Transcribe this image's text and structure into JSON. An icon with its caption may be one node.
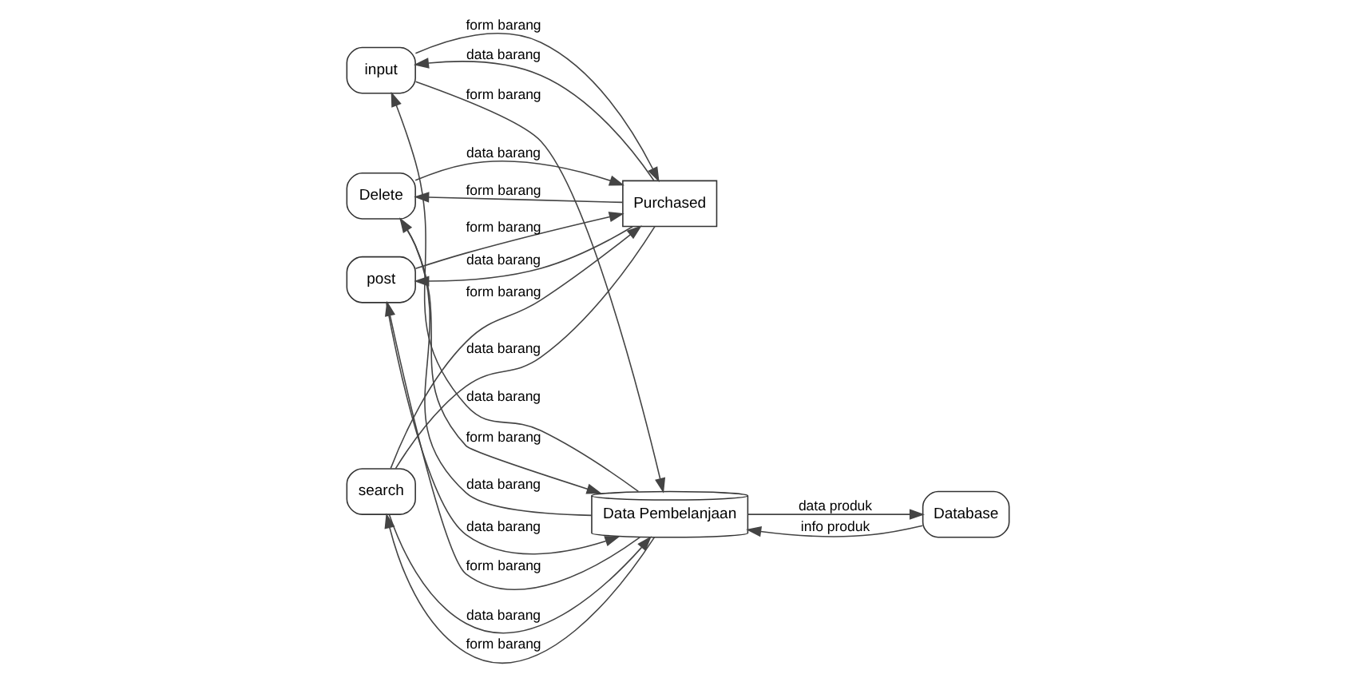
{
  "diagram": {
    "nodes": [
      {
        "text": [
          "input"
        ]
      },
      {
        "text": [
          "search"
        ]
      },
      {
        "text": [
          "Purchased"
        ]
      },
      {
        "text": [
          "Data Pembelanjaan"
        ]
      },
      {
        "text": [
          "Database"
        ]
      },
      {
        "text": [
          "post"
        ]
      },
      {
        "text": [
          "Delete"
        ]
      }
    ],
    "edges": [
      {
        "from": 2,
        "to": 0,
        "arrow": "to",
        "label": "data barang"
      },
      {
        "from": 0,
        "to": 2,
        "arrow": "to",
        "label": "form barang"
      },
      {
        "from": 0,
        "to": 3,
        "arrow": "to",
        "label": "form barang"
      },
      {
        "from": 3,
        "to": 0,
        "arrow": "to",
        "label": "data barang"
      },
      {
        "from": 2,
        "to": 1,
        "arrow": "none",
        "label": "data barang"
      },
      {
        "from": 1,
        "to": 2,
        "arrow": "to",
        "label": "form barang"
      },
      {
        "from": 1,
        "to": 3,
        "arrow": "to",
        "label": "data barang"
      },
      {
        "from": 3,
        "to": 1,
        "arrow": "to",
        "label": "form barang"
      },
      {
        "from": 2,
        "to": 5,
        "arrow": "to",
        "label": "data barang"
      },
      {
        "from": 5,
        "to": 2,
        "arrow": "to",
        "label": "form barang"
      },
      {
        "from": 5,
        "to": 3,
        "arrow": "to",
        "label": "data barang"
      },
      {
        "from": 3,
        "to": 5,
        "arrow": "to",
        "label": "form barang"
      },
      {
        "from": 3,
        "to": 4,
        "arrow": "to",
        "label": "data produk"
      },
      {
        "from": 4,
        "to": 3,
        "arrow": "to",
        "label": "info produk"
      },
      {
        "from": 6,
        "to": 2,
        "arrow": "to",
        "label": "data barang"
      },
      {
        "from": 6,
        "to": 3,
        "arrow": "to",
        "label": "form barang"
      },
      {
        "from": 2,
        "to": 6,
        "arrow": "to",
        "label": "form barang"
      },
      {
        "from": 3,
        "to": 6,
        "arrow": "to",
        "label": "data barang"
      }
    ]
  }
}
